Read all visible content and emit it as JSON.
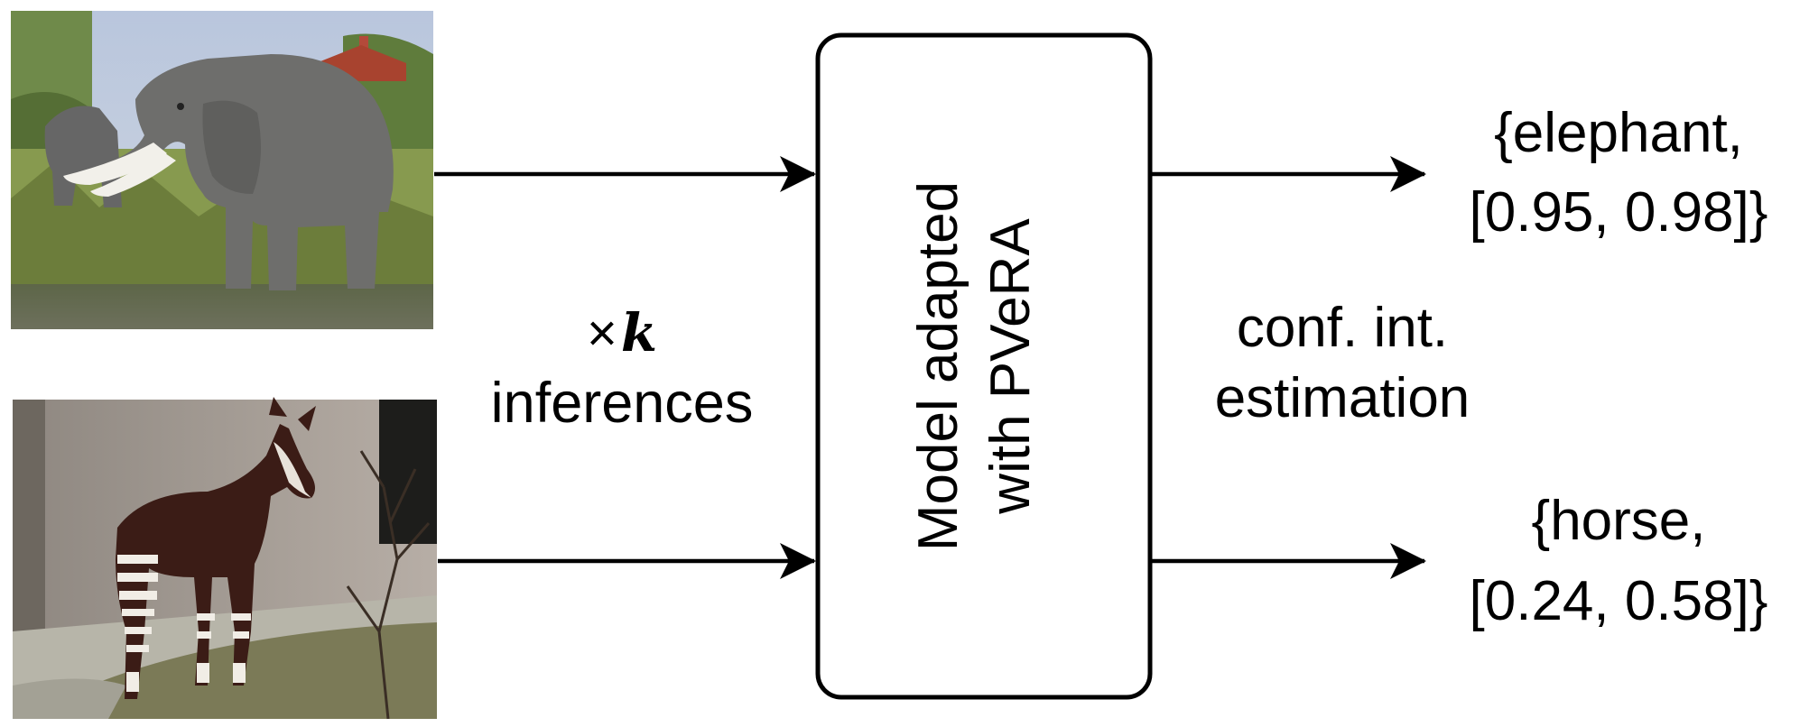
{
  "images": [
    {
      "subject": "elephant",
      "kind": "photo"
    },
    {
      "subject": "okapi",
      "kind": "photo"
    }
  ],
  "inference": {
    "multiplier_symbol": "×",
    "multiplier_var": "k",
    "label": "inferences"
  },
  "model_box": {
    "line1": "Model adapted",
    "line2": "with PVeRA"
  },
  "estimation": {
    "line1": "conf. int.",
    "line2": "estimation"
  },
  "outputs": [
    {
      "line1": "{elephant,",
      "line2": "[0.95, 0.98]}"
    },
    {
      "line1": "{horse,",
      "line2": "[0.24, 0.58]}"
    }
  ]
}
